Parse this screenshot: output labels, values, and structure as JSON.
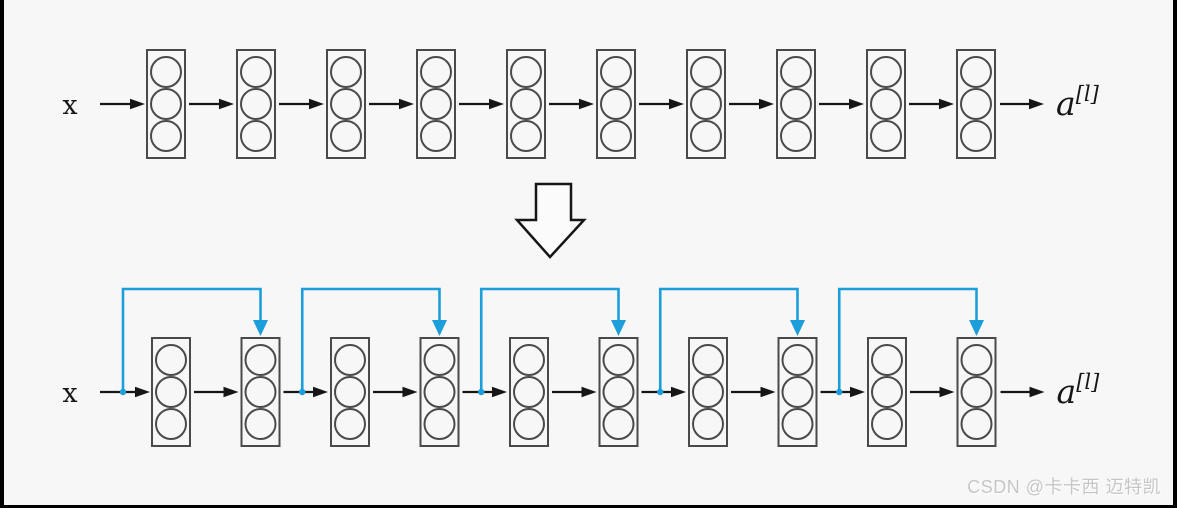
{
  "frame": {
    "background": "#f7f7f7",
    "edge_color": "#000000"
  },
  "colors": {
    "ink": "#161616",
    "node_stroke": "#4a4a4a",
    "skip_blue": "#1b9ed9",
    "hollow_arrow_fill": "#fbfbfb"
  },
  "diagram": {
    "networks": [
      {
        "name": "plain-network",
        "input_label": "x",
        "output_label": {
          "base": "a",
          "superscript": "[l]"
        },
        "num_layers": 10,
        "units_per_layer": 3,
        "skip_connections": []
      },
      {
        "name": "residual-network",
        "input_label": "x",
        "output_label": {
          "base": "a",
          "superscript": "[l]"
        },
        "num_layers": 10,
        "units_per_layer": 3,
        "skip_connections": [
          {
            "from_before_layer": 1,
            "to_layer": 2
          },
          {
            "from_before_layer": 3,
            "to_layer": 4
          },
          {
            "from_before_layer": 5,
            "to_layer": 6
          },
          {
            "from_before_layer": 7,
            "to_layer": 8
          },
          {
            "from_before_layer": 9,
            "to_layer": 10
          }
        ]
      }
    ],
    "transform_arrow": {
      "meaning": "plain network becomes residual network"
    }
  },
  "watermark": {
    "text": "CSDN @卡卡西 迈特凯"
  }
}
